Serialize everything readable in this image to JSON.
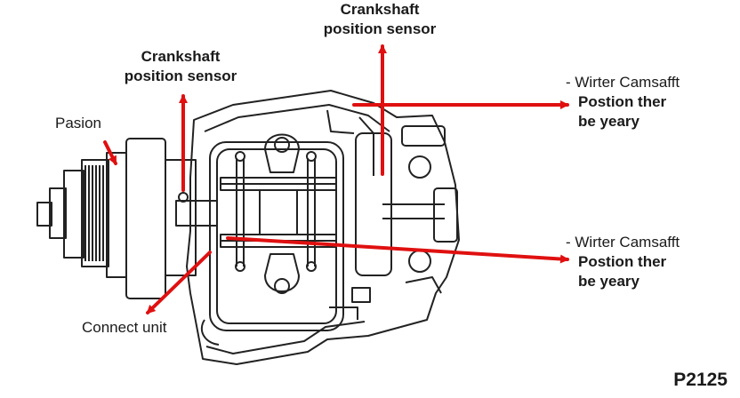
{
  "labels": {
    "crank_top": {
      "line1": "Crankshaft",
      "line2": "position sensor"
    },
    "crank_left": {
      "line1": "Crankshaft",
      "line2": "position sensor"
    },
    "pasion": "Pasion",
    "connect_unit": "Connect unit",
    "cam_upper": {
      "line1": "- Wirter Camsafft",
      "line2": "Postion ther",
      "line3": "be yeary"
    },
    "cam_lower": {
      "line1": "- Wirter Camsafft",
      "line2": "Postion ther",
      "line3": "be yeary"
    }
  },
  "code": "P2125",
  "colors": {
    "arrow": "#e01010",
    "line": "#222222",
    "background": "#ffffff"
  }
}
